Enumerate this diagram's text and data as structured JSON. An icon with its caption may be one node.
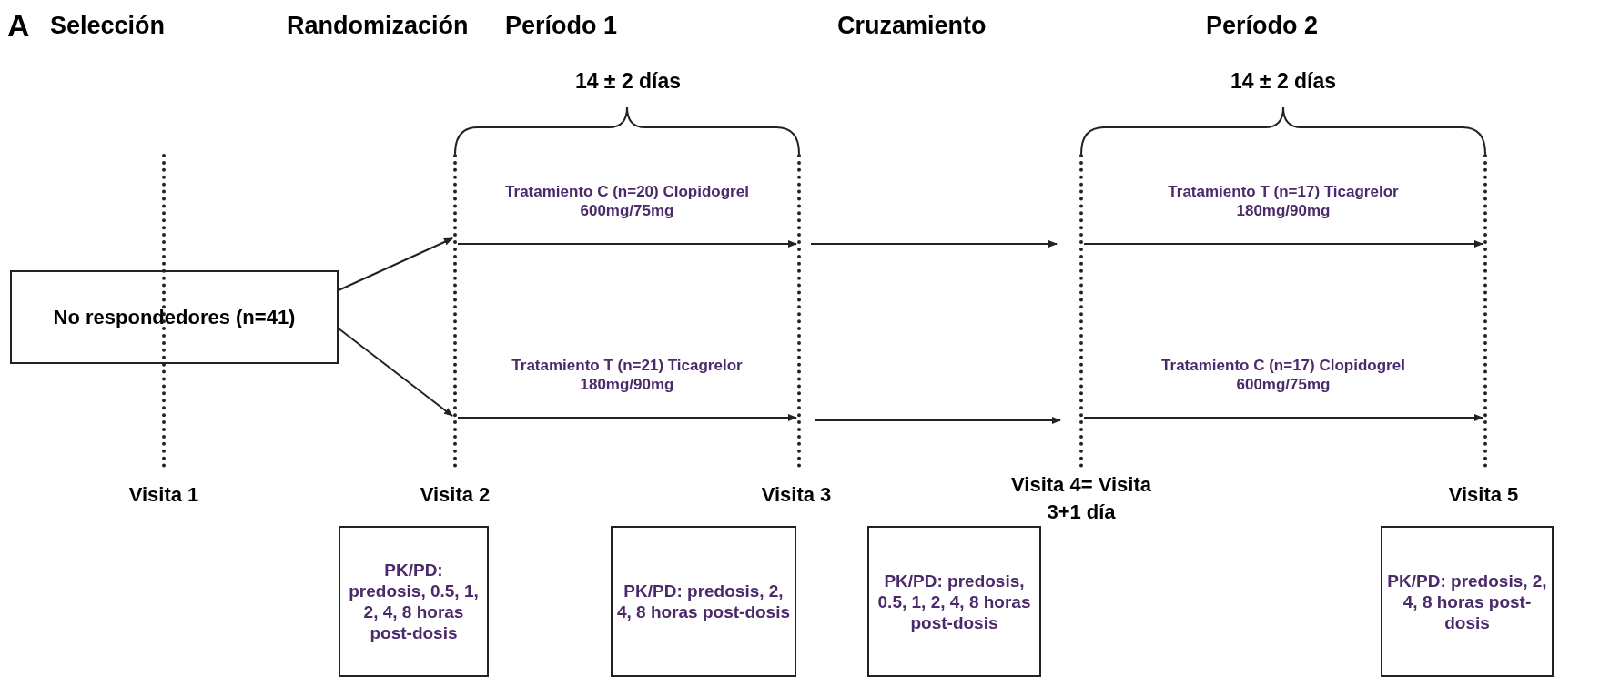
{
  "diagram": {
    "nodes": [
      {
        "text": [
          "No respondedores (n=41)"
        ]
      },
      {
        "text": [],
        "shape": "line",
        "beside": [
          "Visita 1"
        ]
      },
      {
        "text": [],
        "shape": "line",
        "beside": [
          "Visita 2"
        ]
      },
      {
        "text": [],
        "shape": "line",
        "beside": [
          "Visita 3"
        ]
      },
      {
        "text": [],
        "shape": "line",
        "beside": [
          "Visita 4= Visita 3+1 día"
        ]
      },
      {
        "text": [],
        "shape": "line",
        "beside": [
          "Visita 5"
        ]
      },
      {
        "text": [
          "PK/PD: predosis, 0.5, 1, 2, 4, 8 horas post-dosis"
        ]
      },
      {
        "text": [
          "PK/PD: predosis, 2, 4, 8 horas post-dosis"
        ]
      },
      {
        "text": [
          "PK/PD: predosis, 0.5, 1, 2, 4, 8 horas post-dosis"
        ]
      },
      {
        "text": [
          "PK/PD: predosis, 2, 4, 8 horas post-dosis"
        ]
      }
    ],
    "edges": [
      {
        "from": 0,
        "to": 2,
        "arrow": "to"
      },
      {
        "from": 0,
        "to": 2,
        "arrow": "to"
      },
      {
        "from": 2,
        "to": 3,
        "arrow": "to",
        "label": "Tratamiento C (n=20) Clopidogrel 600mg/75mg"
      },
      {
        "from": 2,
        "to": 3,
        "arrow": "to",
        "label": "Tratamiento T (n=21) Ticagrelor 180mg/90mg"
      },
      {
        "from": 3,
        "to": 4,
        "arrow": "to"
      },
      {
        "from": 3,
        "to": 4,
        "arrow": "to"
      },
      {
        "from": 4,
        "to": 5,
        "arrow": "to",
        "label": "Tratamiento T (n=17) Ticagrelor 180mg/90mg"
      },
      {
        "from": 4,
        "to": 5,
        "arrow": "to",
        "label": "Tratamiento C (n=17) Clopidogrel 600mg/75mg"
      }
    ],
    "labels": [
      "A",
      "Selección",
      "Randomización",
      "Período 1",
      "Cruzamiento",
      "Período 2",
      "14 ± 2 días",
      "14 ± 2 días"
    ]
  }
}
